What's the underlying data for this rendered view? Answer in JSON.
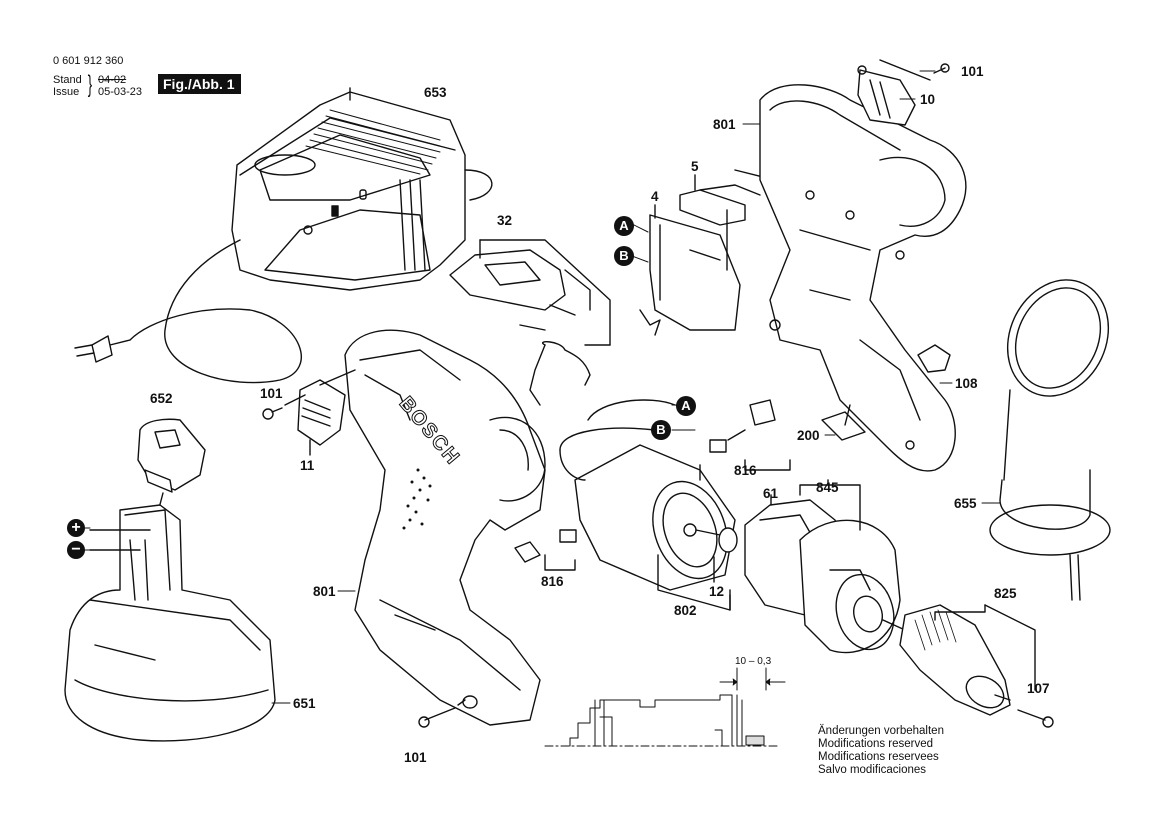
{
  "header": {
    "part_number": "0 601 912 360",
    "stand_label": "Stand",
    "issue_label": "Issue",
    "stand_value": "04-02",
    "issue_value": "05-03-23",
    "figure_label": "Fig./Abb. 1"
  },
  "labels": {
    "charger": "653",
    "handle_cover_32": "32",
    "switch_4": "4",
    "switch_lever_5": "5",
    "callout_a_top": "A",
    "callout_b_top": "B",
    "callout_a_motor": "A",
    "callout_b_motor": "B",
    "screw_101_top": "101",
    "cover_10": "10",
    "housing_801_right": "801",
    "clip_108": "108",
    "label_200": "200",
    "holster_655": "655",
    "battery_cap_652": "652",
    "screw_101_left": "101",
    "selector_11": "11",
    "battery_651": "651",
    "housing_801_left": "801",
    "screw_101_bottom": "101",
    "brush_816_top": "816",
    "brush_816_bottom": "816",
    "motor_802": "802",
    "pinion_12": "12",
    "gearbox_61": "61",
    "gear_assembly_845": "845",
    "chuck_825": "825",
    "screw_107": "107",
    "plus_terminal": "+",
    "minus_terminal": "−",
    "brand_text": "BOSCH"
  },
  "dimension": {
    "value": "10 – 0,3"
  },
  "notes": [
    "Änderungen vorbehalten",
    "Modifications reserved",
    "Modifications reservees",
    "Salvo modificaciones"
  ]
}
